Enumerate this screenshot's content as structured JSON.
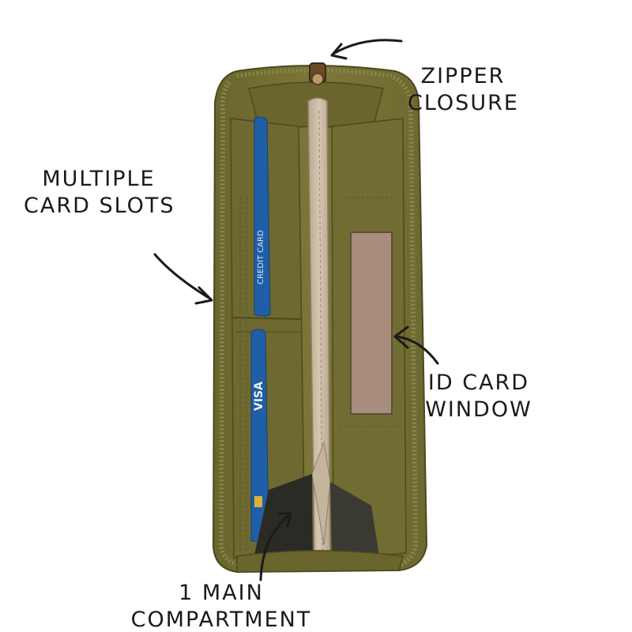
{
  "callouts": {
    "zipper": {
      "line1": "ZIPPER",
      "line2": "CLOSURE"
    },
    "cards": {
      "line1": "MULTIPLE",
      "line2": "CARD SLOTS"
    },
    "id_window": {
      "line1": "ID CARD",
      "line2": "WINDOW"
    },
    "main_compartment": {
      "line1": "1 MAIN",
      "line2": "COMPARTMENT"
    }
  },
  "card_prints": {
    "credit": "CREDIT CARD",
    "visa": "VISA"
  },
  "colors": {
    "background": "#ffffff",
    "leather": "#7a7434",
    "leather_dark": "#5e5a27",
    "lining_tan": "#c9b9a3",
    "id_window": "#a88d7c",
    "card_blue": "#1f5fa8",
    "annotation_ink": "#1a1a1a"
  }
}
